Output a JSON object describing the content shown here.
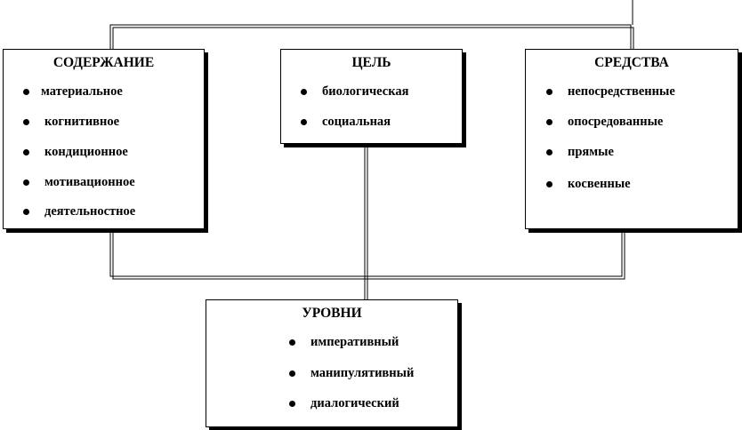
{
  "content_box": {
    "title": "СОДЕРЖАНИЕ",
    "items": [
      "материальное",
      "когнитивное",
      "кондиционное",
      "мотивационное",
      "деятельностное"
    ]
  },
  "goal_box": {
    "title": "ЦЕЛЬ",
    "items": [
      "биологическая",
      "социальная"
    ]
  },
  "means_box": {
    "title": "СРЕДСТВА",
    "items": [
      "непосредственные",
      "опосредованные",
      "прямые",
      "косвенные"
    ]
  },
  "levels_box": {
    "title": "УРОВНИ",
    "items": [
      "императивный",
      "манипулятивный",
      "диалогический"
    ]
  }
}
